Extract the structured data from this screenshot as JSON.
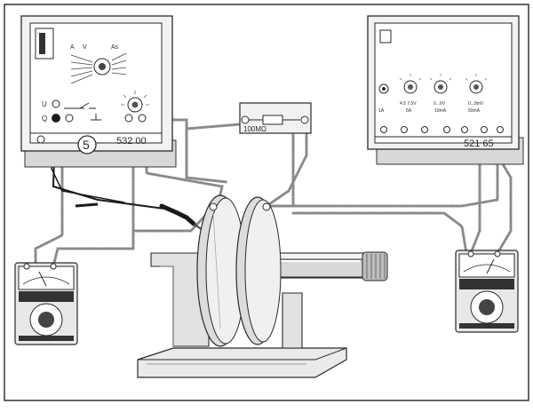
{
  "labels": {
    "number_five": "5",
    "hv_supply_id": "532 00",
    "dc_supply_id": "521 65",
    "resistor_value": "100MΩ",
    "switch_A": "A",
    "switch_V": "V",
    "switch_As": "As",
    "range_1A": "1A",
    "range_5A": "5A",
    "range_10mA": "10mA",
    "range_50mA": "50mA",
    "volt_1": "4.5  7.5V",
    "volt_2": "0...6V",
    "volt_3": "0...8mV",
    "symbol_u": "U",
    "symbol_q": "Q"
  },
  "colors": {
    "ink": "#2a2a2a",
    "device_fill": "#f2f2f2",
    "panel_fill": "#ffffff",
    "shadow": "#c8c8c8",
    "dark": "#1a1a1a",
    "cable_dot": "#8a8a8a"
  }
}
